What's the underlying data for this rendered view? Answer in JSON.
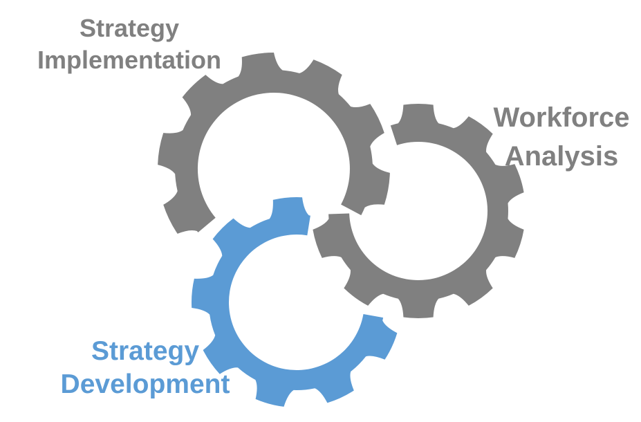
{
  "colors": {
    "gear_gray": "#808080",
    "gear_blue": "#5B9BD5",
    "outline": "#FFFFFF",
    "background": "#FFFFFF"
  },
  "gears": [
    {
      "id": "strategy-implementation",
      "label_lines": [
        "Strategy",
        "Implementation"
      ],
      "color_key": "gear_gray"
    },
    {
      "id": "workforce-analysis",
      "label_lines": [
        "Workforce",
        "Analysis"
      ],
      "color_key": "gear_gray"
    },
    {
      "id": "strategy-development",
      "label_lines": [
        "Strategy",
        "Development"
      ],
      "color_key": "gear_blue"
    }
  ]
}
